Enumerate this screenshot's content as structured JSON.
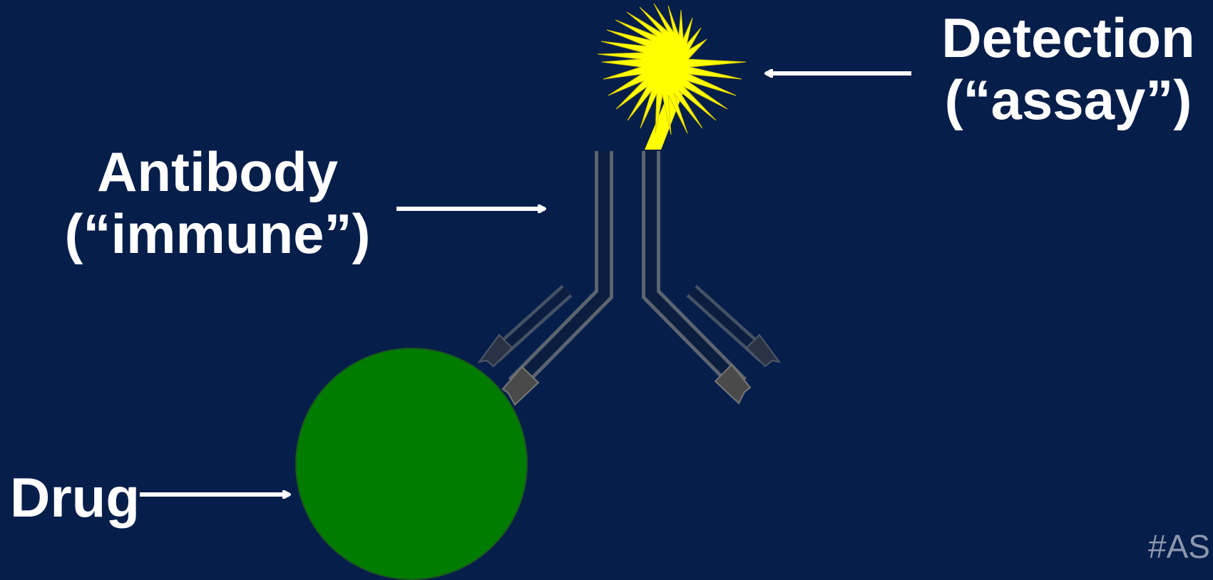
{
  "labels": {
    "detection": {
      "line1": "Detection",
      "line2": "(“assay”)"
    },
    "antibody": {
      "line1": "Antibody",
      "line2": "(“immune”)"
    },
    "drug": "Drug"
  },
  "footer": {
    "hashtag": "#AS"
  },
  "colors": {
    "background": "#061e4a",
    "text": "#ffffff",
    "drug": "#007c00",
    "signal": "#ffff00",
    "antibody_outline": "#5b6470",
    "antibody_fill": "#0c1e3f",
    "binding_site": "#4a4a4a",
    "hashtag": "#8c97ad"
  },
  "icons": {
    "signal": "starburst-icon",
    "drug": "circle-icon",
    "antibody": "y-shaped-antibody-icon"
  }
}
